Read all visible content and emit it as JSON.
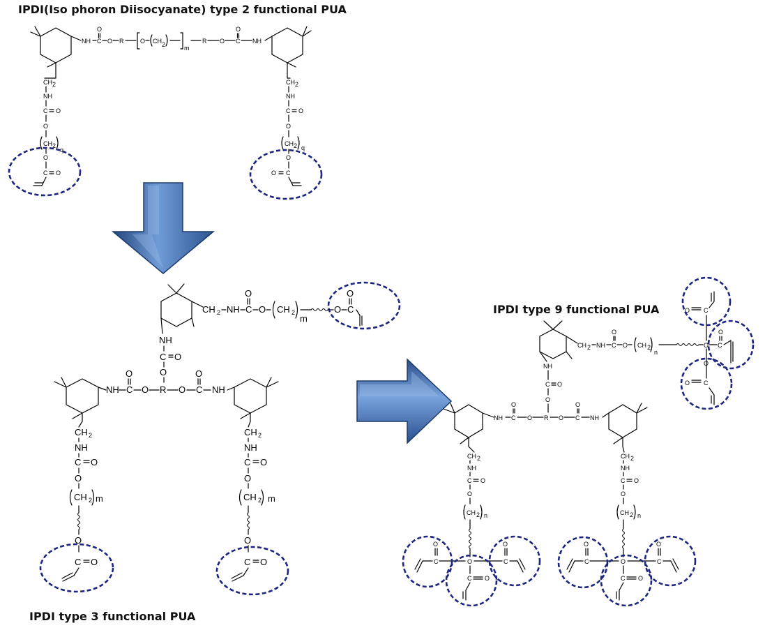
{
  "titles": {
    "type2": "IPDI(Iso phoron Diisocyanate) type 2 functional PUA",
    "type3": "IPDI type 3 functional PUA",
    "type9": "IPDI type 9 functional PUA"
  },
  "atoms": {
    "nh": "NH",
    "c": "C",
    "o": "O",
    "r": "R",
    "ch2": "CH",
    "ch2_sub": "2",
    "eq_o": "O",
    "m": "m",
    "n": "n",
    "q": "q"
  },
  "colors": {
    "dashed_circle": "#1c2580",
    "arrow_fill": "#4a78b8"
  },
  "icons": [
    "down-arrow-icon",
    "right-arrow-icon"
  ]
}
